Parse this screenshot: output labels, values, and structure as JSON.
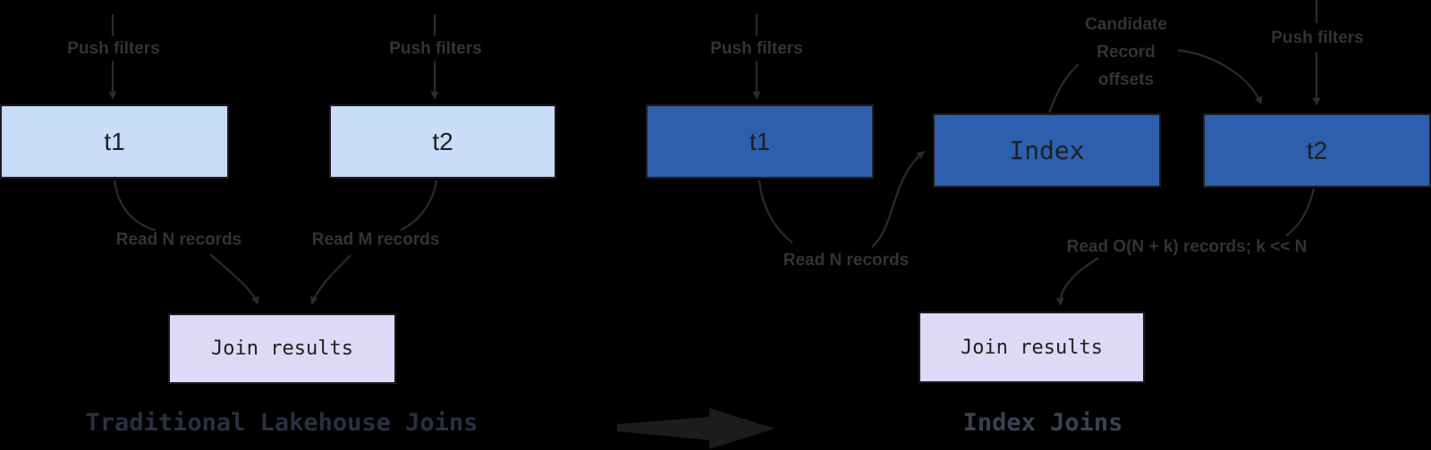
{
  "colors": {
    "background": "#000000",
    "light_blue_box": "#c9ddf9",
    "dark_blue_box": "#2e5fae",
    "lavender_box": "#ded9f6",
    "box_border": "#1e1e1e",
    "connector": "#2b2b2b",
    "annotation_text": "#333333",
    "box_text": "#1f1f1f",
    "title_left": "#2a303f",
    "title_right": "#3a4150",
    "transition_arrow": "#1c1c1c"
  },
  "left_diagram": {
    "title": "Traditional Lakehouse Joins",
    "t1": {
      "label": "t1",
      "push_filters": "Push filters",
      "read": "Read N records"
    },
    "t2": {
      "label": "t2",
      "push_filters": "Push filters",
      "read": "Read M records"
    },
    "join": {
      "label": "Join results"
    }
  },
  "right_diagram": {
    "title": "Index Joins",
    "t1": {
      "label": "t1",
      "push_filters": "Push filters",
      "read": "Read N records"
    },
    "index": {
      "label": "Index",
      "candidate_lines": [
        "Candidate",
        "Record",
        "offsets"
      ]
    },
    "t2": {
      "label": "t2",
      "push_filters": "Push filters",
      "read": "Read O(N + k) records; k << N"
    },
    "join": {
      "label": "Join results"
    }
  }
}
